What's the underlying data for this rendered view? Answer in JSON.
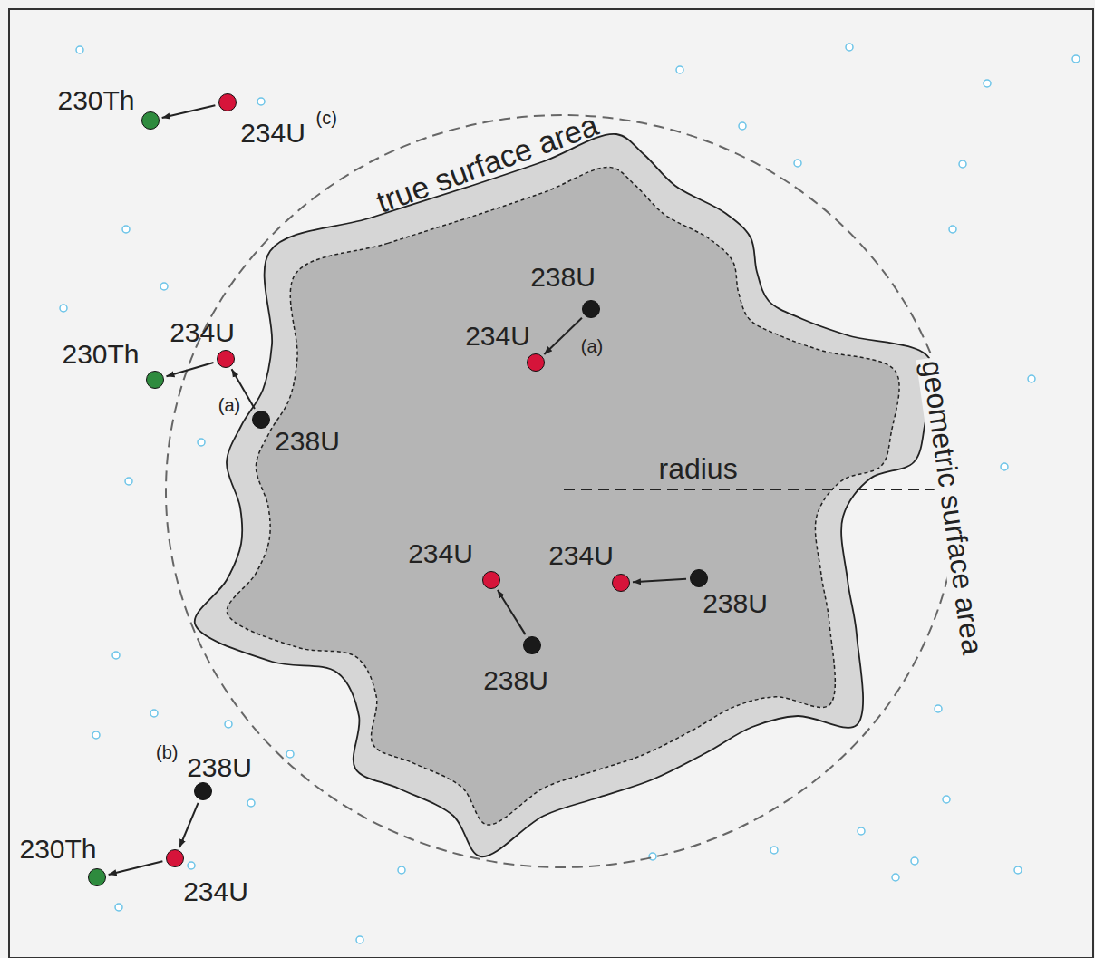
{
  "diagram": {
    "nodes": [
      {
        "text": [
          "230Th"
        ]
      },
      {
        "text": [
          "234U"
        ]
      },
      {
        "text": [
          "238U"
        ]
      },
      {
        "text": [
          "234U"
        ]
      },
      {
        "text": [
          "234U"
        ]
      },
      {
        "text": [
          "230Th"
        ]
      },
      {
        "text": [
          "238U"
        ]
      },
      {
        "text": [
          "234U"
        ]
      },
      {
        "text": [
          "234U"
        ]
      },
      {
        "text": [
          "238U"
        ]
      },
      {
        "text": [
          "238U"
        ]
      },
      {
        "text": [
          "238U"
        ]
      },
      {
        "text": [
          "234U"
        ]
      },
      {
        "text": [
          "230Th"
        ]
      }
    ],
    "edges": [
      {
        "from": 1,
        "to": 0,
        "arrow": "to"
      },
      {
        "from": 2,
        "to": 3,
        "label": "(a)",
        "arrow": "to"
      },
      {
        "from": 6,
        "to": 4,
        "label": "(a)",
        "arrow": "to"
      },
      {
        "from": 4,
        "to": 5,
        "arrow": "to"
      },
      {
        "from": 9,
        "to": 8,
        "arrow": "to"
      },
      {
        "from": 10,
        "to": 7,
        "arrow": "to"
      },
      {
        "from": 11,
        "to": 12,
        "arrow": "to"
      },
      {
        "from": 12,
        "to": 13,
        "arrow": "to"
      }
    ],
    "labels": [
      "(c)",
      "(b)",
      "true surface area",
      "geometric surface area",
      "radius"
    ]
  }
}
